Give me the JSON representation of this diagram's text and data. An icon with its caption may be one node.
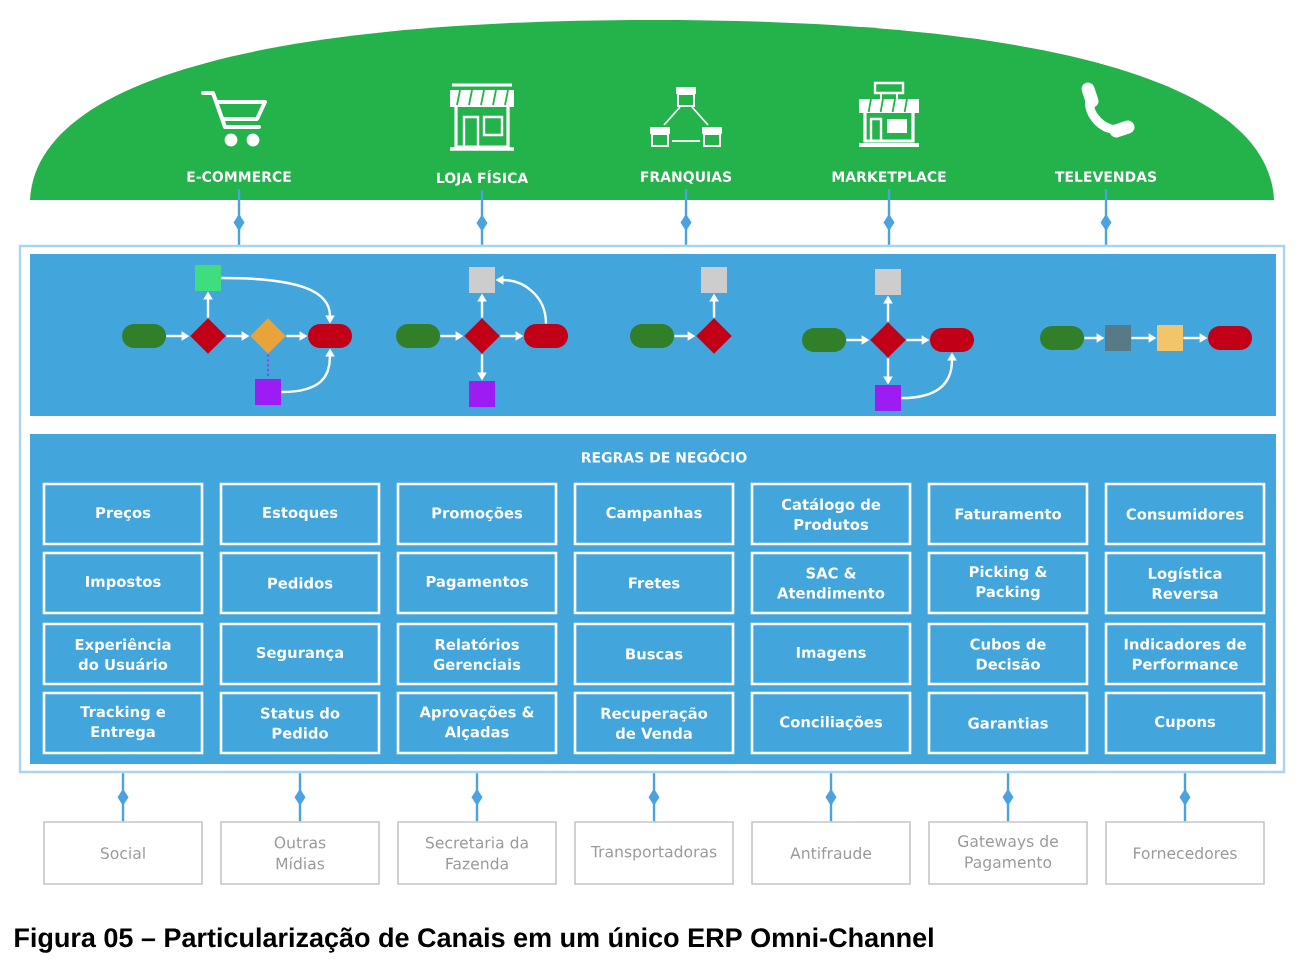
{
  "diagram": {
    "caption": "Figura 05 – Particularização de Canais em um único ERP Omni-Channel",
    "nodes": [
      {
        "text": [],
        "shape": "dome"
      },
      {
        "text": [
          "E-COMMERCE"
        ],
        "in": 0
      },
      {
        "text": [
          "LOJA FÍSICA"
        ],
        "in": 0
      },
      {
        "text": [
          "FRANQUIAS"
        ],
        "in": 0
      },
      {
        "text": [
          "MARKETPLACE"
        ],
        "in": 0
      },
      {
        "text": [
          "TELEVENDAS"
        ],
        "in": 0
      },
      {
        "text": [],
        "shape": "box"
      },
      {
        "text": [],
        "shape": "box",
        "in": 6
      },
      {
        "text": [],
        "shape": "pill",
        "in": 7
      },
      {
        "text": [],
        "shape": "diamond",
        "in": 7
      },
      {
        "text": [],
        "shape": "box",
        "in": 7
      },
      {
        "text": [],
        "shape": "diamond",
        "in": 7
      },
      {
        "text": [],
        "shape": "box",
        "in": 7
      },
      {
        "text": [],
        "shape": "pill",
        "in": 7
      },
      {
        "text": [],
        "shape": "pill",
        "in": 7
      },
      {
        "text": [],
        "shape": "diamond",
        "in": 7
      },
      {
        "text": [],
        "shape": "box",
        "in": 7
      },
      {
        "text": [],
        "shape": "box",
        "in": 7
      },
      {
        "text": [],
        "shape": "pill",
        "in": 7
      },
      {
        "text": [],
        "shape": "pill",
        "in": 7
      },
      {
        "text": [],
        "shape": "diamond",
        "in": 7
      },
      {
        "text": [],
        "shape": "box",
        "in": 7
      },
      {
        "text": [],
        "shape": "pill",
        "in": 7
      },
      {
        "text": [],
        "shape": "diamond",
        "in": 7
      },
      {
        "text": [],
        "shape": "box",
        "in": 7
      },
      {
        "text": [],
        "shape": "box",
        "in": 7
      },
      {
        "text": [],
        "shape": "pill",
        "in": 7
      },
      {
        "text": [],
        "shape": "pill",
        "in": 7
      },
      {
        "text": [],
        "shape": "box",
        "in": 7
      },
      {
        "text": [],
        "shape": "box",
        "in": 7
      },
      {
        "text": [],
        "shape": "pill",
        "in": 7
      },
      {
        "text": [
          "REGRAS DE NEGÓCIO"
        ],
        "in": 6
      },
      {
        "text": [
          "Preços"
        ],
        "in": 31
      },
      {
        "text": [
          "Estoques"
        ],
        "in": 31
      },
      {
        "text": [
          "Promoções"
        ],
        "in": 31
      },
      {
        "text": [
          "Campanhas"
        ],
        "in": 31
      },
      {
        "text": [
          "Catálogo de Produtos"
        ],
        "in": 31
      },
      {
        "text": [
          "Faturamento"
        ],
        "in": 31
      },
      {
        "text": [
          "Consumidores"
        ],
        "in": 31
      },
      {
        "text": [
          "Impostos"
        ],
        "in": 31
      },
      {
        "text": [
          "Pedidos"
        ],
        "in": 31
      },
      {
        "text": [
          "Pagamentos"
        ],
        "in": 31
      },
      {
        "text": [
          "Fretes"
        ],
        "in": 31
      },
      {
        "text": [
          "SAC & Atendimento"
        ],
        "in": 31
      },
      {
        "text": [
          "Picking & Packing"
        ],
        "in": 31
      },
      {
        "text": [
          "Logística Reversa"
        ],
        "in": 31
      },
      {
        "text": [
          "Experiência do Usuário"
        ],
        "in": 31
      },
      {
        "text": [
          "Segurança"
        ],
        "in": 31
      },
      {
        "text": [
          "Relatórios Gerenciais"
        ],
        "in": 31
      },
      {
        "text": [
          "Buscas"
        ],
        "in": 31
      },
      {
        "text": [
          "Imagens"
        ],
        "in": 31
      },
      {
        "text": [
          "Cubos de Decisão"
        ],
        "in": 31
      },
      {
        "text": [
          "Indicadores de Performance"
        ],
        "in": 31
      },
      {
        "text": [
          "Tracking e Entrega"
        ],
        "in": 31
      },
      {
        "text": [
          "Status do Pedido"
        ],
        "in": 31
      },
      {
        "text": [
          "Aprovações & Alçadas"
        ],
        "in": 31
      },
      {
        "text": [
          "Recuperação de Venda"
        ],
        "in": 31
      },
      {
        "text": [
          "Conciliações"
        ],
        "in": 31
      },
      {
        "text": [
          "Garantias"
        ],
        "in": 31
      },
      {
        "text": [
          "Cupons"
        ],
        "in": 31
      },
      {
        "text": [
          "Social"
        ]
      },
      {
        "text": [
          "Outras Mídias"
        ]
      },
      {
        "text": [
          "Secretaria da Fazenda"
        ]
      },
      {
        "text": [
          "Transportadoras"
        ]
      },
      {
        "text": [
          "Antifraude"
        ]
      },
      {
        "text": [
          "Gateways de Pagamento"
        ]
      },
      {
        "text": [
          "Fornecedores"
        ]
      }
    ],
    "edges": [
      {
        "from": 1,
        "to": 6,
        "arrow": "none",
        "color": "#4aa3df"
      },
      {
        "from": 2,
        "to": 6,
        "arrow": "none",
        "color": "#4aa3df"
      },
      {
        "from": 3,
        "to": 6,
        "arrow": "none",
        "color": "#4aa3df"
      },
      {
        "from": 4,
        "to": 6,
        "arrow": "none",
        "color": "#4aa3df"
      },
      {
        "from": 5,
        "to": 6,
        "arrow": "none",
        "color": "#4aa3df"
      },
      {
        "from": 8,
        "to": 9,
        "arrow": "to"
      },
      {
        "from": 9,
        "to": 10,
        "arrow": "to"
      },
      {
        "from": 9,
        "to": 11,
        "arrow": "to"
      },
      {
        "from": 11,
        "to": 13,
        "arrow": "to"
      },
      {
        "from": 10,
        "to": 13,
        "arrow": "to"
      },
      {
        "from": 12,
        "to": 13,
        "arrow": "to"
      },
      {
        "from": 14,
        "to": 15,
        "arrow": "to"
      },
      {
        "from": 15,
        "to": 16,
        "arrow": "to"
      },
      {
        "from": 15,
        "to": 17,
        "arrow": "to"
      },
      {
        "from": 15,
        "to": 18,
        "arrow": "to"
      },
      {
        "from": 18,
        "to": 16,
        "arrow": "to"
      },
      {
        "from": 19,
        "to": 20,
        "arrow": "to"
      },
      {
        "from": 20,
        "to": 21,
        "arrow": "to"
      },
      {
        "from": 22,
        "to": 23,
        "arrow": "to"
      },
      {
        "from": 23,
        "to": 24,
        "arrow": "to"
      },
      {
        "from": 23,
        "to": 25,
        "arrow": "to"
      },
      {
        "from": 23,
        "to": 26,
        "arrow": "to"
      },
      {
        "from": 25,
        "to": 26,
        "arrow": "to"
      },
      {
        "from": 27,
        "to": 28,
        "arrow": "to"
      },
      {
        "from": 28,
        "to": 29,
        "arrow": "to"
      },
      {
        "from": 29,
        "to": 30,
        "arrow": "to"
      },
      {
        "from": 6,
        "to": 60,
        "arrow": "none",
        "color": "#4aa3df"
      },
      {
        "from": 6,
        "to": 61,
        "arrow": "none",
        "color": "#4aa3df"
      },
      {
        "from": 6,
        "to": 62,
        "arrow": "none",
        "color": "#4aa3df"
      },
      {
        "from": 6,
        "to": 63,
        "arrow": "none",
        "color": "#4aa3df"
      },
      {
        "from": 6,
        "to": 64,
        "arrow": "none",
        "color": "#4aa3df"
      },
      {
        "from": 6,
        "to": 65,
        "arrow": "none",
        "color": "#4aa3df"
      },
      {
        "from": 6,
        "to": 66,
        "arrow": "none",
        "color": "#4aa3df"
      },
      {
        "from": 11,
        "to": 12,
        "arrow": "none",
        "style": "dashed",
        "color": "#8f3fe0"
      }
    ]
  }
}
